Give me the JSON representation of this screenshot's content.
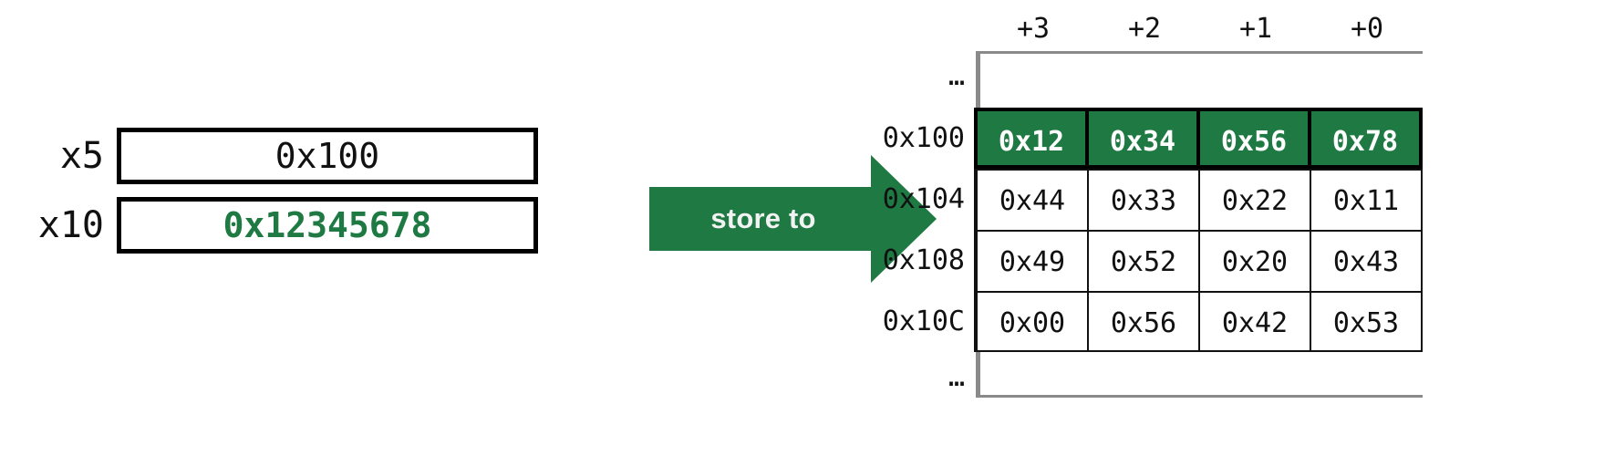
{
  "registers": {
    "rows": [
      {
        "name": "x5",
        "value": "0x100",
        "accent": false
      },
      {
        "name": "x10",
        "value": "0x12345678",
        "accent": true
      }
    ]
  },
  "arrow": {
    "label": "store to",
    "color": "#1e7a42",
    "label_color": "#f2f2f2"
  },
  "memory": {
    "column_headers": [
      "+3",
      "+2",
      "+1",
      "+0"
    ],
    "ellipsis_top": "…",
    "ellipsis_bottom": "…",
    "rows": [
      {
        "address": "0x100",
        "cells": [
          "0x12",
          "0x34",
          "0x56",
          "0x78"
        ],
        "highlight": true
      },
      {
        "address": "0x104",
        "cells": [
          "0x44",
          "0x33",
          "0x22",
          "0x11"
        ],
        "highlight": false
      },
      {
        "address": "0x108",
        "cells": [
          "0x49",
          "0x52",
          "0x20",
          "0x43"
        ],
        "highlight": false
      },
      {
        "address": "0x10C",
        "cells": [
          "0x00",
          "0x56",
          "0x42",
          "0x53"
        ],
        "highlight": false
      }
    ],
    "highlight_color": "#1e7a42",
    "rail_color": "#8a8a8a",
    "border_color": "#111111"
  }
}
